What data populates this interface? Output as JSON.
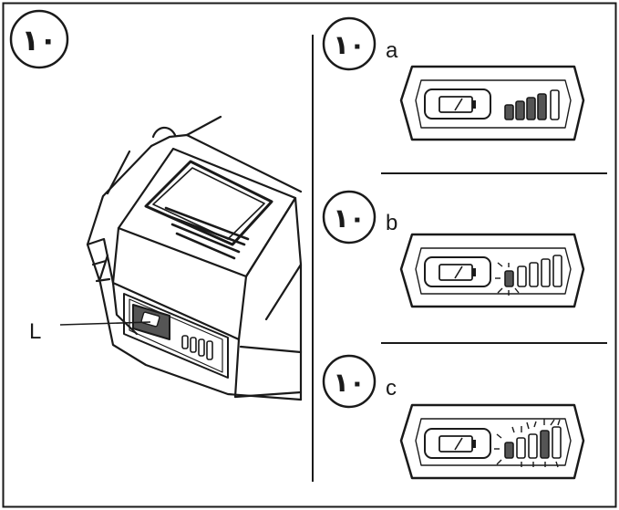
{
  "figure": {
    "step_number": "١٠",
    "callout_label": "L",
    "panels": [
      {
        "id": "a",
        "step_number": "١٠",
        "label": "a",
        "lit_bars": 4,
        "blinking_bars": 0,
        "blink_state": "none"
      },
      {
        "id": "b",
        "step_number": "١٠",
        "label": "b",
        "lit_bars": 0,
        "blinking_bars": 1,
        "blink_state": "first-bar-blinking"
      },
      {
        "id": "c",
        "step_number": "١٠",
        "label": "c",
        "lit_bars": 1,
        "blinking_bars": 3,
        "blink_state": "multiple-bars-blinking"
      }
    ],
    "colors": {
      "ink": "#1a1a1a",
      "fill_dark": "#555555",
      "background": "#ffffff"
    }
  }
}
